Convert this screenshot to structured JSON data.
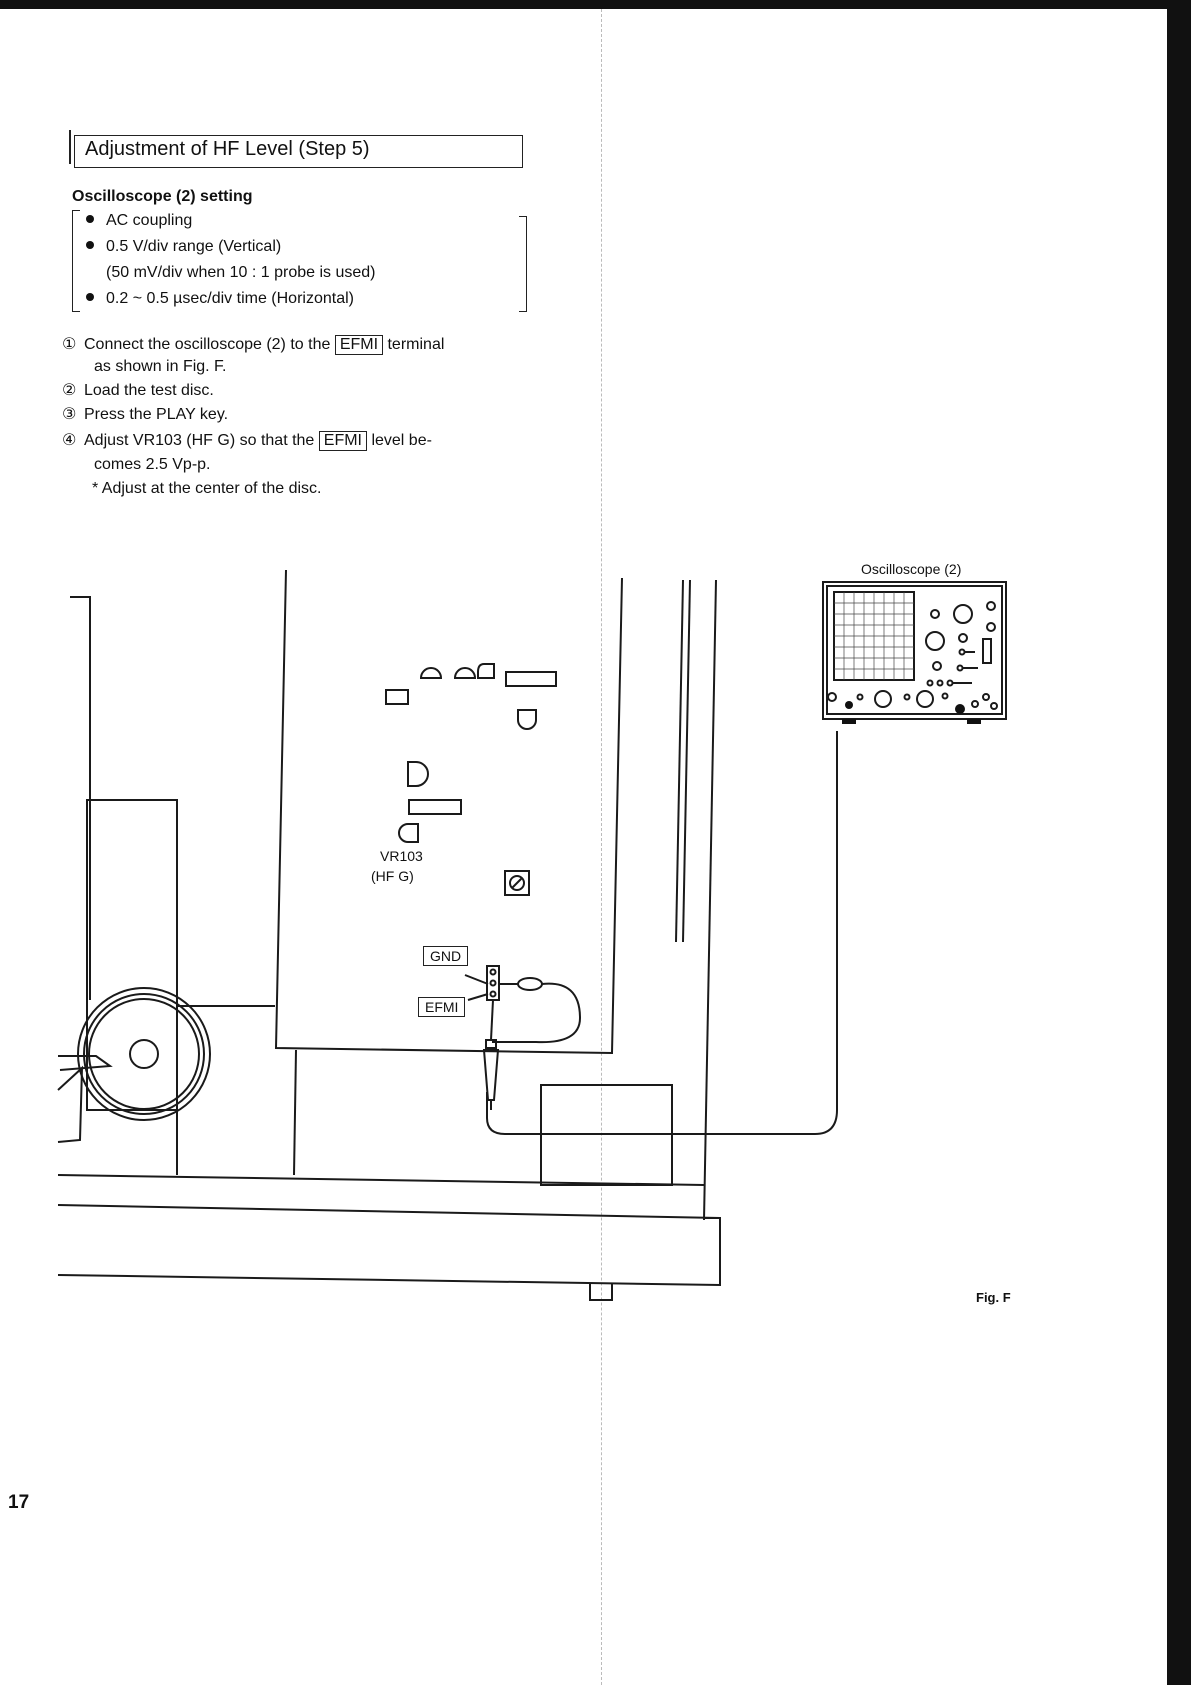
{
  "section_title": "Adjustment of HF Level (Step 5)",
  "settings": {
    "heading": "Oscilloscope (2) setting",
    "items": [
      "AC coupling",
      "0.5 V/div range (Vertical)",
      "(50 mV/div when 10 : 1 probe is used)",
      "0.2 ~ 0.5 µsec/div time (Horizontal)"
    ]
  },
  "steps": [
    {
      "num": "①",
      "pre": "Connect the oscilloscope (2) to the",
      "box": "EFMI",
      "post": "terminal"
    },
    {
      "text": "as shown in Fig. F."
    },
    {
      "num": "②",
      "text": "Load the test disc."
    },
    {
      "num": "③",
      "text": "Press the PLAY key."
    },
    {
      "num": "④",
      "pre": "Adjust VR103 (HF G) so that the",
      "box": "EFMI",
      "post": "level be-"
    },
    {
      "text": "comes 2.5 Vp-p."
    },
    {
      "text": "*  Adjust at the center of the disc."
    }
  ],
  "figure": {
    "oscilloscope_label": "Oscilloscope (2)",
    "vr_label": "VR103",
    "vr_sublabel": "(HF G)",
    "gnd_label": "GND",
    "efmi_label": "EFMI",
    "caption": "Fig. F"
  },
  "page_number": "17"
}
